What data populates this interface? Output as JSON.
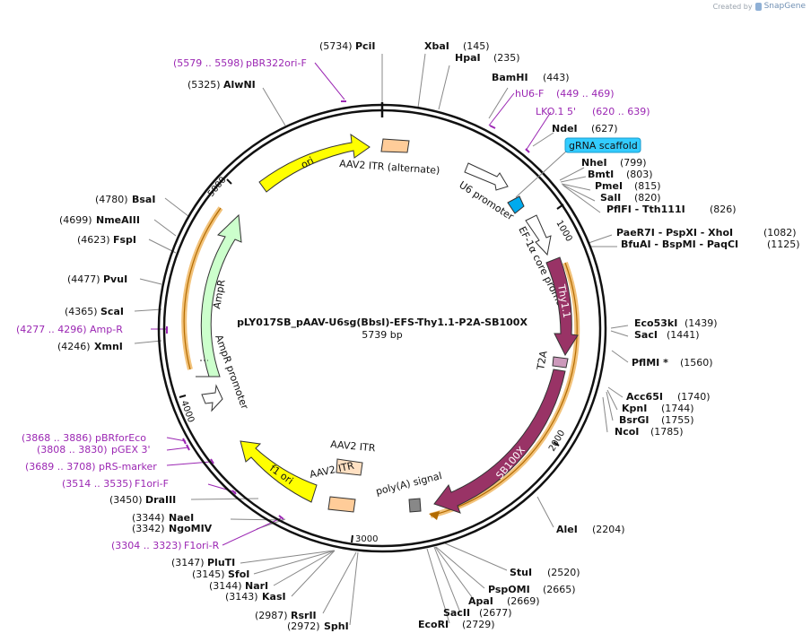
{
  "brand": {
    "created_by": "Created by",
    "name": "SnapGene"
  },
  "plasmid": {
    "name": "pLY017SB_pAAV-U6sg(BbsI)-EFS-Thy1.1-P2A-SB100X",
    "length_label": "5739 bp",
    "length": 5739
  },
  "ticks": [
    {
      "bp": 1000,
      "label": "1000"
    },
    {
      "bp": 2000,
      "label": "2000"
    },
    {
      "bp": 3000,
      "label": "3000"
    },
    {
      "bp": 4000,
      "label": "4000"
    },
    {
      "bp": 5000,
      "label": "5000"
    }
  ],
  "enzymes": [
    {
      "name": "PciI",
      "pos": "(5734)"
    },
    {
      "name": "XbaI",
      "pos": "(145)"
    },
    {
      "name": "HpaI",
      "pos": "(235)"
    },
    {
      "name": "BamHI",
      "pos": "(443)"
    },
    {
      "name": "NdeI",
      "pos": "(627)"
    },
    {
      "name": "NheI",
      "pos": "(799)"
    },
    {
      "name": "BmtI",
      "pos": "(803)"
    },
    {
      "name": "PmeI",
      "pos": "(815)"
    },
    {
      "name": "SalI",
      "pos": "(820)"
    },
    {
      "name": "PflFI - Tth111I",
      "pos": "(826)"
    },
    {
      "name": "PaeR7I - PspXI - XhoI",
      "pos": "(1082)"
    },
    {
      "name": "BfuAI - BspMI - PaqCI",
      "pos": "(1125)"
    },
    {
      "name": "Eco53kI",
      "pos": "(1439)"
    },
    {
      "name": "SacI",
      "pos": "(1441)"
    },
    {
      "name": "PflMI *",
      "pos": "(1560)"
    },
    {
      "name": "Acc65I",
      "pos": "(1740)"
    },
    {
      "name": "KpnI",
      "pos": "(1744)"
    },
    {
      "name": "BsrGI",
      "pos": "(1755)"
    },
    {
      "name": "NcoI",
      "pos": "(1785)"
    },
    {
      "name": "AleI",
      "pos": "(2204)"
    },
    {
      "name": "StuI",
      "pos": "(2520)"
    },
    {
      "name": "PspOMI",
      "pos": "(2665)"
    },
    {
      "name": "ApaI",
      "pos": "(2669)"
    },
    {
      "name": "SacII",
      "pos": "(2677)"
    },
    {
      "name": "EcoRI",
      "pos": "(2729)"
    },
    {
      "name": "SphI",
      "pos": "(2972)"
    },
    {
      "name": "RsrII",
      "pos": "(2987)"
    },
    {
      "name": "KasI",
      "pos": "(3143)"
    },
    {
      "name": "NarI",
      "pos": "(3144)"
    },
    {
      "name": "SfoI",
      "pos": "(3145)"
    },
    {
      "name": "PluTI",
      "pos": "(3147)"
    },
    {
      "name": "NgoMIV",
      "pos": "(3342)"
    },
    {
      "name": "NaeI",
      "pos": "(3344)"
    },
    {
      "name": "DraIII",
      "pos": "(3450)"
    },
    {
      "name": "XmnI",
      "pos": "(4246)"
    },
    {
      "name": "ScaI",
      "pos": "(4365)"
    },
    {
      "name": "PvuI",
      "pos": "(4477)"
    },
    {
      "name": "FspI",
      "pos": "(4623)"
    },
    {
      "name": "NmeAIII",
      "pos": "(4699)"
    },
    {
      "name": "BsaI",
      "pos": "(4780)"
    },
    {
      "name": "AlwNI",
      "pos": "(5325)"
    }
  ],
  "primers": [
    {
      "range": "(5579 .. 5598)",
      "name": "pBR322ori-F"
    },
    {
      "range": "(449 .. 469)",
      "name": "hU6-F"
    },
    {
      "range": "(620 .. 639)",
      "name": "LKO.1 5'"
    },
    {
      "range": "(4277 .. 4296)",
      "name": "Amp-R"
    },
    {
      "range": "(3868 .. 3886)",
      "name": "pBRforEco"
    },
    {
      "range": "(3808 .. 3830)",
      "name": "pGEX 3'"
    },
    {
      "range": "(3689 .. 3708)",
      "name": "pRS-marker"
    },
    {
      "range": "(3514 .. 3535)",
      "name": "F1ori-F"
    },
    {
      "range": "(3304 .. 3323)",
      "name": "F1ori-R"
    }
  ],
  "features": {
    "ori": "ori",
    "aav2_itr_alternate": "AAV2 ITR (alternate)",
    "u6_promoter": "U6 promoter",
    "grna_scaffold": "gRNA scaffold",
    "ef1a_core_promoter": "EF-1α core promoter",
    "thy1": "Thy1.1",
    "t2a": "T2A",
    "sb100x": "SB100X",
    "polya": "poly(A) signal",
    "aav2_itr_1": "AAV2 ITR",
    "aav2_itr_2": "AAV2 ITR",
    "f1_ori": "f1 ori",
    "ampr": "AmpR",
    "ampr_promoter": "AmpR promoter"
  },
  "colors": {
    "backbone": "#111111",
    "ori": "#ffff00",
    "ampr": "#ccffcc",
    "thy1_sb100x": "#993366",
    "t2a": "#cc99bb",
    "itr": "#ffcc99",
    "scaffold_tag": "#33ccff",
    "grna_block": "#00aaee",
    "primer": "#9b27b3",
    "orange_region": "#f2c27a"
  }
}
